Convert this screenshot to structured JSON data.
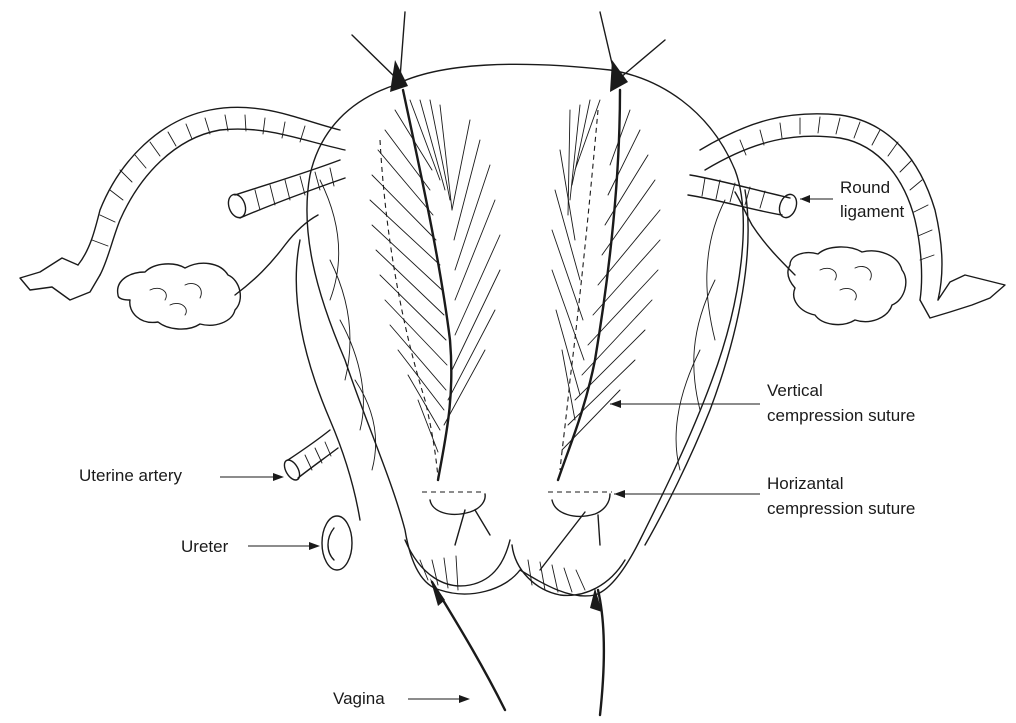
{
  "labels": {
    "round_ligament_line1": "Round",
    "round_ligament_line2": "ligament",
    "vertical_line1": "Vertical",
    "vertical_line2": "cempression suture",
    "horizontal_line1": "Horizantal",
    "horizontal_line2": "cempression suture",
    "uterine_artery": "Uterine artery",
    "ureter": "Ureter",
    "vagina": "Vagina"
  },
  "colors": {
    "ink": "#1a1a1a",
    "background": "#ffffff"
  }
}
